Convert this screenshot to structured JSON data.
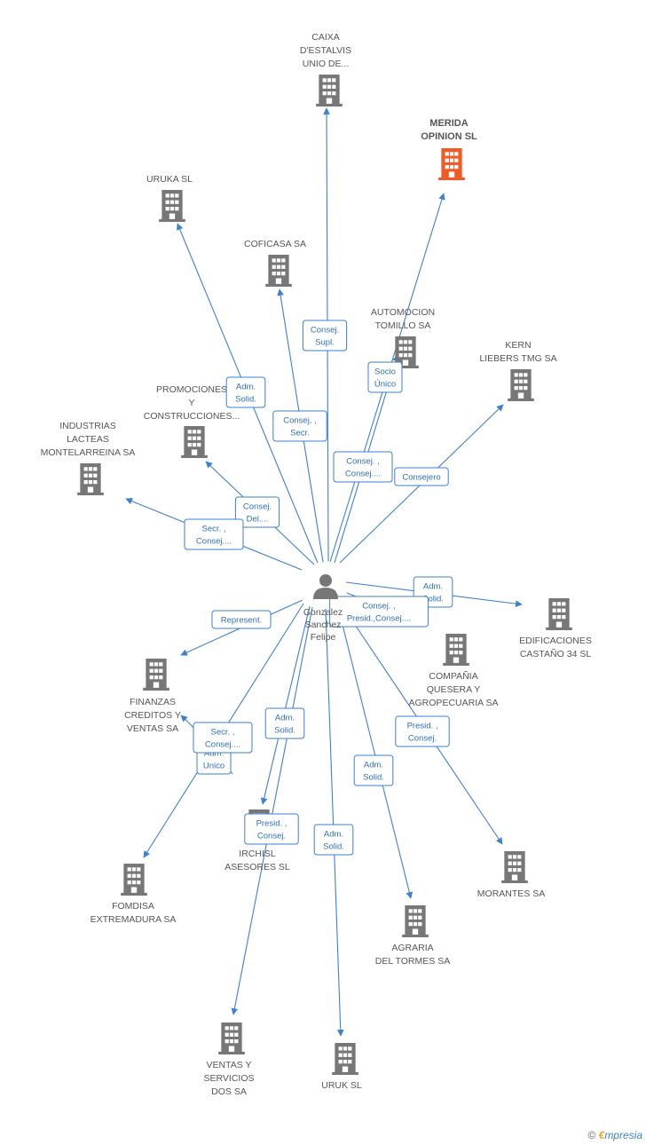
{
  "colors": {
    "edge": "#3d80d0",
    "icon": "#777777",
    "highlight": "#f15a24",
    "label": "#555555",
    "edge_text": "#2f6fb5"
  },
  "center": {
    "lines": [
      "Gonzalez",
      "Sanchez",
      "Felipe"
    ],
    "icon": "person-icon"
  },
  "nodes": [
    {
      "id": "caixa",
      "lines": [
        "CAIXA",
        "D'ESTALVIS",
        "UNIO DE..."
      ],
      "icon": "building-icon"
    },
    {
      "id": "merida",
      "lines": [
        "MERIDA",
        "OPINION SL"
      ],
      "icon": "building-icon",
      "highlight": true
    },
    {
      "id": "uruka",
      "lines": [
        "URUKA SL"
      ],
      "icon": "building-icon"
    },
    {
      "id": "coficasa",
      "lines": [
        "COFICASA SA"
      ],
      "icon": "building-icon"
    },
    {
      "id": "automocion",
      "lines": [
        "AUTOMOCION",
        "TOMILLO SA"
      ],
      "icon": "building-icon"
    },
    {
      "id": "kern",
      "lines": [
        "KERN",
        "LIEBERS TMG SA"
      ],
      "icon": "building-icon"
    },
    {
      "id": "promociones",
      "lines": [
        "PROMOCIONES",
        "Y",
        "CONSTRUCCIONES..."
      ],
      "icon": "building-icon"
    },
    {
      "id": "industrias",
      "lines": [
        "INDUSTRIAS",
        "LACTEAS",
        "MONTELARREINA SA"
      ],
      "icon": "building-icon"
    },
    {
      "id": "edificaciones",
      "lines": [
        "EDIFICACIONES",
        "CASTAÑO 34 SL"
      ],
      "icon": "building-icon"
    },
    {
      "id": "compania",
      "lines": [
        "COMPAÑIA",
        "QUESERA Y",
        "AGROPECUARIA SA"
      ],
      "icon": "building-icon"
    },
    {
      "id": "finanzas",
      "lines": [
        "FINANZAS",
        "CREDITOS Y",
        "VENTAS SA"
      ],
      "icon": "building-icon"
    },
    {
      "id": "irchisl",
      "lines": [
        "IRCHISL",
        "ASESORES SL"
      ],
      "icon": "building-icon"
    },
    {
      "id": "morantes",
      "lines": [
        "MORANTES SA"
      ],
      "icon": "building-icon"
    },
    {
      "id": "fomdisa",
      "lines": [
        "FOMDISA",
        "EXTREMADURA SA"
      ],
      "icon": "building-icon"
    },
    {
      "id": "agraria",
      "lines": [
        "AGRARIA",
        "DEL TORMES SA"
      ],
      "icon": "building-icon"
    },
    {
      "id": "ventas",
      "lines": [
        "VENTAS Y",
        "SERVICIOS",
        "DOS SA"
      ],
      "icon": "building-icon"
    },
    {
      "id": "uruk",
      "lines": [
        "URUK SL"
      ],
      "icon": "building-icon"
    }
  ],
  "edges": [
    {
      "to": "caixa",
      "lines": [
        "Consej.",
        "Supl."
      ]
    },
    {
      "to": "merida",
      "lines": [
        "Socio",
        "Único"
      ]
    },
    {
      "to": "uruka",
      "lines": [
        "Adm.",
        "Solid."
      ]
    },
    {
      "to": "coficasa",
      "lines": [
        "Consej. ,",
        "Secr."
      ]
    },
    {
      "to": "automocion",
      "lines": [
        "Consej. ,",
        "Consej...."
      ]
    },
    {
      "to": "kern",
      "lines": [
        "Consejero"
      ]
    },
    {
      "to": "promociones",
      "lines": [
        "Consej.",
        "Del...."
      ]
    },
    {
      "to": "industrias",
      "lines": [
        "Secr. ,",
        "Consej...."
      ]
    },
    {
      "to": "edificaciones",
      "lines": [
        "Adm.",
        "Solid."
      ]
    },
    {
      "to": "compania",
      "lines": [
        "Consej. ,",
        "Presid.,Consej...."
      ]
    },
    {
      "to": "finanzas",
      "lines": [
        "Represent."
      ]
    },
    {
      "to": "fomdisa",
      "lines": [
        "Adm.",
        "Unico"
      ]
    },
    {
      "to": "finanzas2",
      "lines": [
        "Secr. ,",
        "Consej...."
      ]
    },
    {
      "to": "irchisl",
      "lines": [
        "Adm.",
        "Solid."
      ]
    },
    {
      "to": "ventas",
      "lines": [
        "Presid. ,",
        "Consej."
      ]
    },
    {
      "to": "morantes",
      "lines": [
        "Presid. ,",
        "Consej."
      ]
    },
    {
      "to": "agraria",
      "lines": [
        "Adm.",
        "Solid."
      ]
    },
    {
      "to": "uruk",
      "lines": [
        "Adm.",
        "Solid."
      ]
    }
  ],
  "footer": {
    "copyright": "©",
    "brand_e": "€",
    "brand": "mpresia"
  }
}
